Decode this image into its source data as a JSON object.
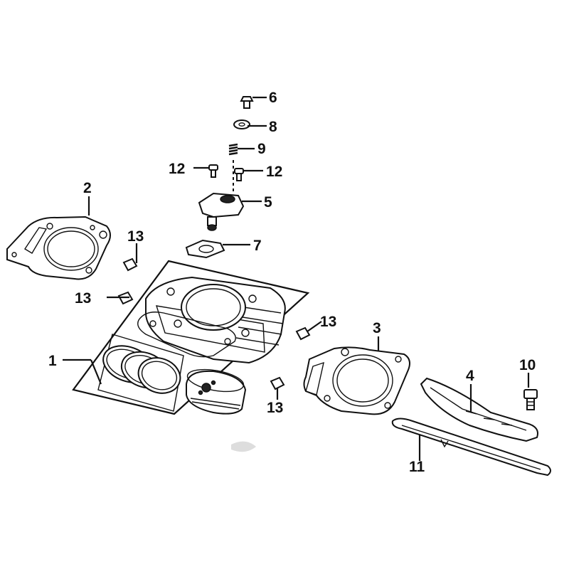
{
  "diagram": {
    "callouts": [
      {
        "id": "1",
        "text": "1"
      },
      {
        "id": "2",
        "text": "2"
      },
      {
        "id": "3",
        "text": "3"
      },
      {
        "id": "4",
        "text": "4"
      },
      {
        "id": "5",
        "text": "5"
      },
      {
        "id": "6",
        "text": "6"
      },
      {
        "id": "7",
        "text": "7"
      },
      {
        "id": "8",
        "text": "8"
      },
      {
        "id": "9",
        "text": "9"
      },
      {
        "id": "10",
        "text": "10"
      },
      {
        "id": "11",
        "text": "11"
      },
      {
        "id": "12a",
        "text": "12"
      },
      {
        "id": "12b",
        "text": "12"
      },
      {
        "id": "13a",
        "text": "13"
      },
      {
        "id": "13b",
        "text": "13"
      },
      {
        "id": "13c",
        "text": "13"
      },
      {
        "id": "13d",
        "text": "13"
      }
    ]
  }
}
